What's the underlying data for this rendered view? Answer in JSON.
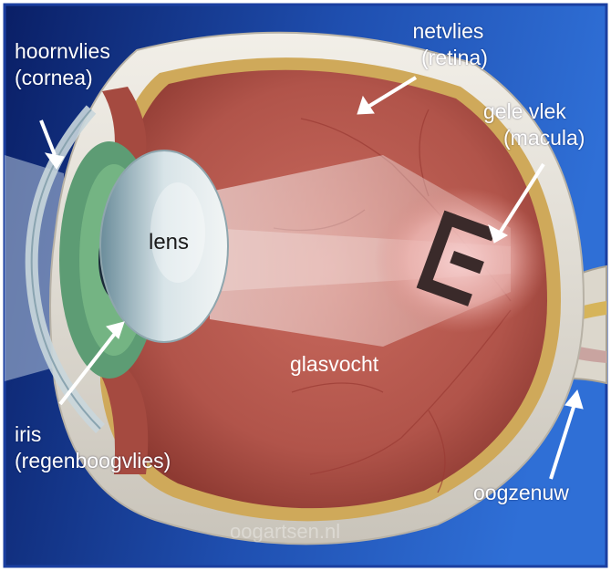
{
  "labels": {
    "cornea": {
      "line1": "hoornvlies",
      "line2": "(cornea)"
    },
    "retina": {
      "line1": "netvlies",
      "line2": "(retina)"
    },
    "macula": {
      "line1": "gele vlek",
      "line2": "(macula)"
    },
    "lens": "lens",
    "vitreous": "glasvocht",
    "iris": {
      "line1": "iris",
      "line2": "(regenboogvlies)"
    },
    "optic_nerve": "oogzenuw"
  },
  "watermark": "oogartsen.nl",
  "colors": {
    "background_dark": "#0a1f66",
    "background_light": "#2a66cc",
    "border": "#1b3fa0",
    "eye_interior": "#b8574d",
    "sclera": "#e8e4dc",
    "label_text": "#ffffff"
  }
}
